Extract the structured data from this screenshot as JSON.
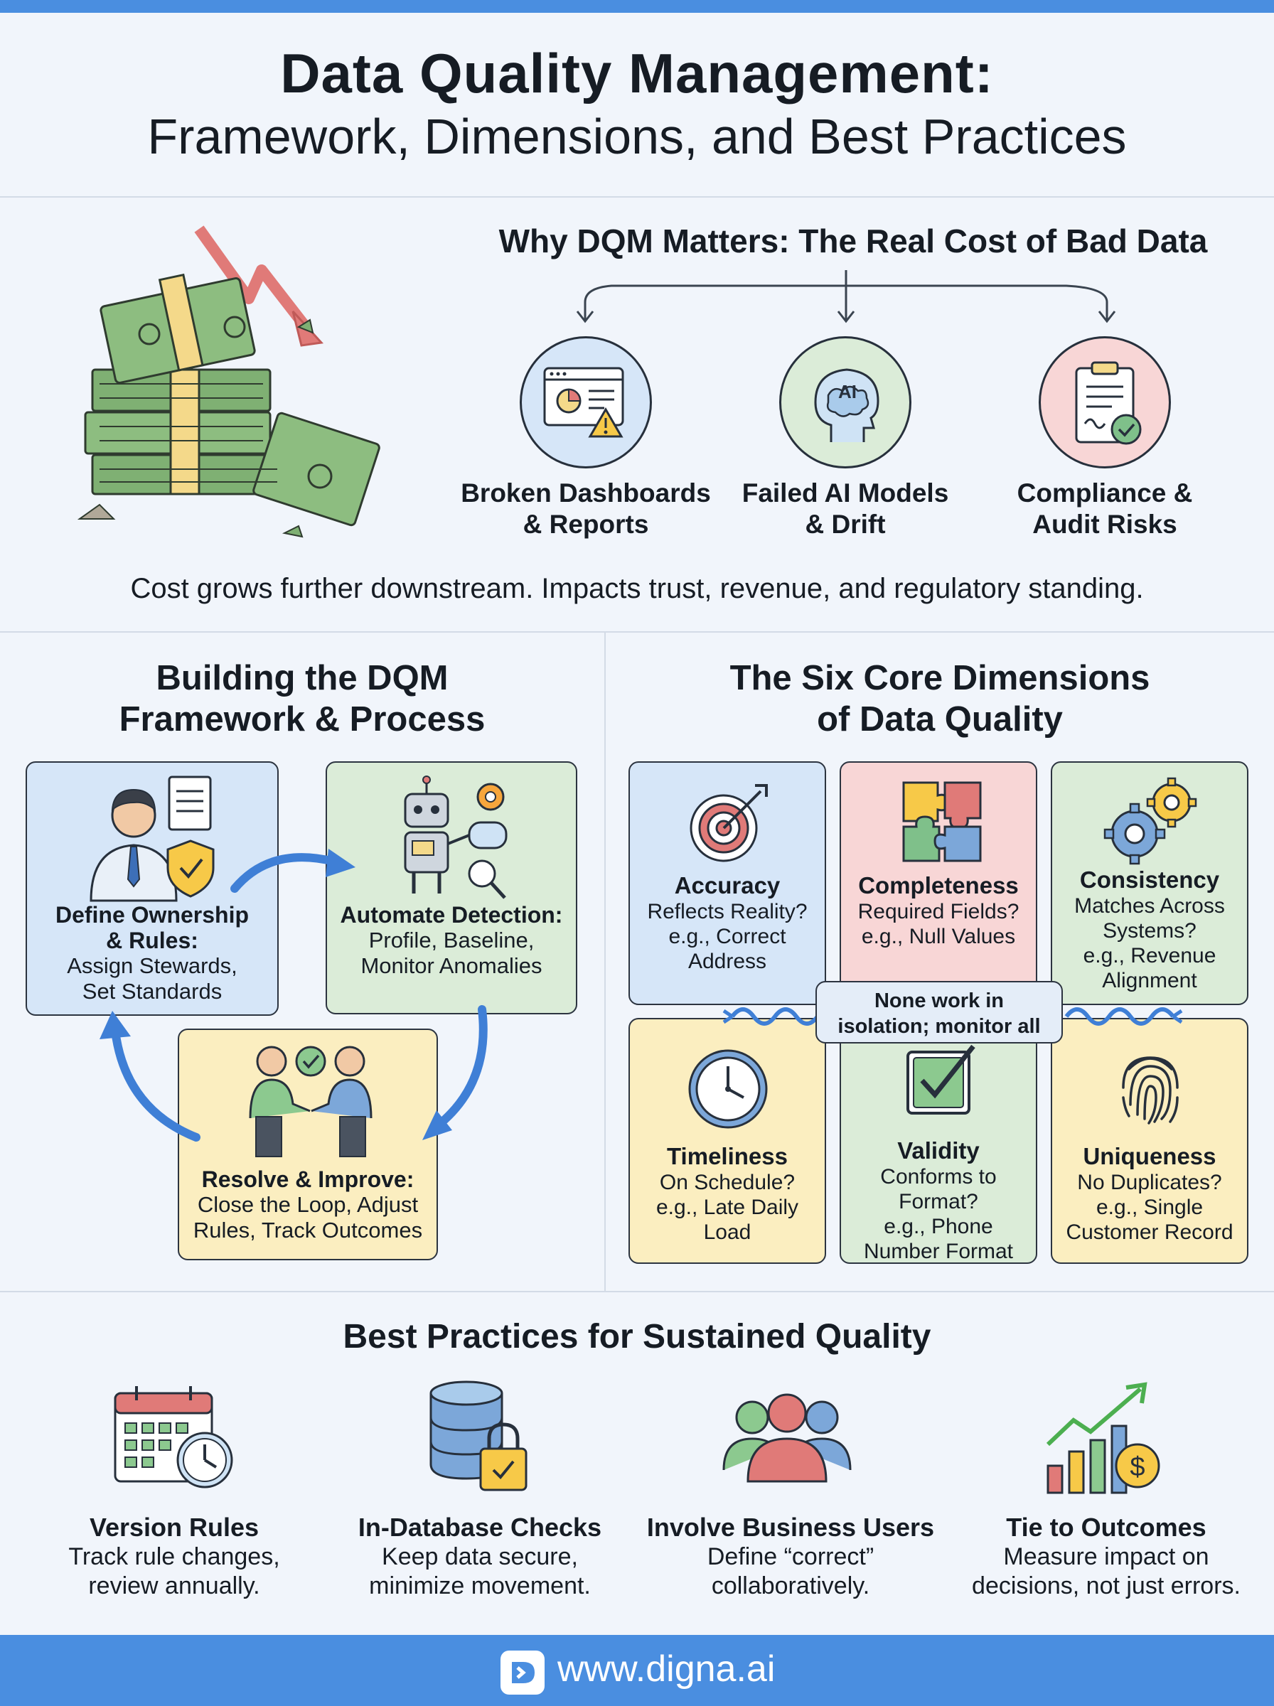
{
  "header": {
    "title_line1": "Data Quality Management:",
    "title_line2": "Framework, Dimensions, and Best Practices"
  },
  "why": {
    "title": "Why DQM Matters: The Real Cost of Bad Data",
    "impacts": [
      {
        "line1": "Broken Dashboards",
        "line2": "& Reports",
        "icon": "dashboard-warning-icon"
      },
      {
        "line1": "Failed AI Models",
        "line2": "& Drift",
        "icon": "ai-brain-icon"
      },
      {
        "line1": "Compliance &",
        "line2": "Audit Risks",
        "icon": "compliance-clipboard-icon"
      }
    ],
    "cost_note": "Cost grows further downstream. Impacts trust, revenue, and regulatory standing.",
    "illustration": "falling-money-icon",
    "ai_badge": "AI"
  },
  "framework": {
    "title_line1": "Building the DQM",
    "title_line2": "Framework & Process",
    "steps": [
      {
        "title_line1": "Define Ownership",
        "title_line2": "& Rules:",
        "desc_line1": "Assign Stewards,",
        "desc_line2": "Set Standards",
        "icon": "steward-shield-icon"
      },
      {
        "title_line1": "Automate Detection:",
        "desc_line1": "Profile, Baseline,",
        "desc_line2": "Monitor Anomalies",
        "icon": "robot-gear-icon"
      },
      {
        "title_line1": "Resolve & Improve:",
        "desc_line1": "Close the Loop, Adjust",
        "desc_line2": "Rules, Track Outcomes",
        "icon": "handshake-check-icon"
      }
    ]
  },
  "dimensions": {
    "title_line1": "The Six Core Dimensions",
    "title_line2": "of Data Quality",
    "items": [
      {
        "name": "Accuracy",
        "desc": [
          "Reflects Reality?",
          "e.g., Correct",
          "Address"
        ],
        "icon": "target-icon"
      },
      {
        "name": "Completeness",
        "desc": [
          "Required Fields?",
          "e.g., Null Values"
        ],
        "icon": "puzzle-icon"
      },
      {
        "name": "Consistency",
        "desc": [
          "Matches Across",
          "Systems?",
          "e.g., Revenue",
          "Alignment"
        ],
        "icon": "gears-icon"
      },
      {
        "name": "Timeliness",
        "desc": [
          "On Schedule?",
          "e.g., Late Daily",
          "Load"
        ],
        "icon": "clock-icon"
      },
      {
        "name": "Validity",
        "desc": [
          "Conforms to",
          "Format?",
          "e.g., Phone",
          "Number Format"
        ],
        "icon": "checkbox-icon"
      },
      {
        "name": "Uniqueness",
        "desc": [
          "No Duplicates?",
          "e.g., Single",
          "Customer Record"
        ],
        "icon": "fingerprint-icon"
      }
    ],
    "note_line1": "None work in",
    "note_line2": "isolation; monitor all"
  },
  "best_practices": {
    "title": "Best Practices for Sustained Quality",
    "items": [
      {
        "title": "Version Rules",
        "desc_line1": "Track rule changes,",
        "desc_line2": "review annually.",
        "icon": "calendar-clock-icon"
      },
      {
        "title": "In-Database Checks",
        "desc_line1": "Keep data secure,",
        "desc_line2": "minimize movement.",
        "icon": "database-lock-icon"
      },
      {
        "title": "Involve Business Users",
        "desc_line1": "Define “correct”",
        "desc_line2": "collaboratively.",
        "icon": "users-group-icon"
      },
      {
        "title": "Tie to Outcomes",
        "desc_line1": "Measure impact on",
        "desc_line2": "decisions, not just errors.",
        "icon": "growth-chart-dollar-icon"
      }
    ]
  },
  "footer": {
    "url": "www.digna.ai",
    "logo_icon": "digna-logo-icon"
  },
  "colors": {
    "accent_blue": "#4a8ee0",
    "card_blue": "#d6e6f8",
    "card_green": "#dbecd8",
    "card_yellow": "#fbeec0",
    "card_pink": "#f8d6d6"
  }
}
